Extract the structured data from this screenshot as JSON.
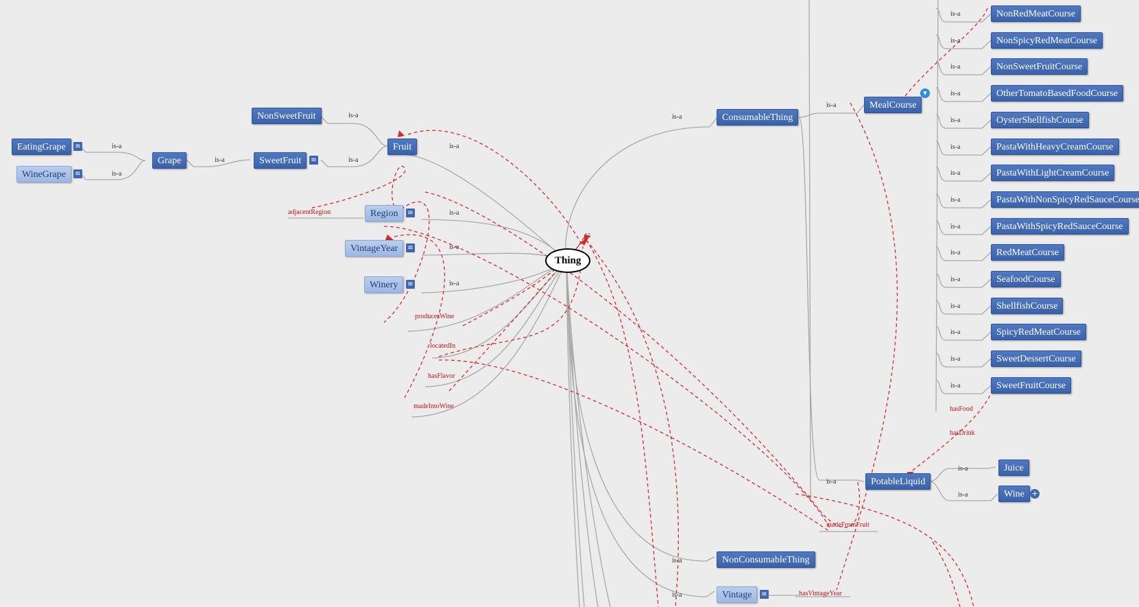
{
  "colors": {
    "node": "#3f67b0",
    "node_light": "#a9c1ea",
    "edge": "#a8a8a8",
    "property": "#d42a2a",
    "background": "#ececec"
  },
  "root": "Thing",
  "edge_label": "is-a",
  "nodes": {
    "eating_grape": "EatingGrape",
    "wine_grape": "WineGrape",
    "grape": "Grape",
    "non_sweet_fruit": "NonSweetFruit",
    "sweet_fruit": "SweetFruit",
    "fruit": "Fruit",
    "region": "Region",
    "vintage_year": "VintageYear",
    "winery": "Winery",
    "consumable_thing": "ConsumableThing",
    "meal_course": "MealCourse",
    "potable_liquid": "PotableLiquid",
    "juice": "Juice",
    "wine": "Wine",
    "non_consumable_thing": "NonConsumableThing",
    "vintage": "Vintage"
  },
  "meal_courses": [
    "NonRedMeatCourse",
    "NonSpicyRedMeatCourse",
    "NonSweetFruitCourse",
    "OtherTomatoBasedFoodCourse",
    "OysterShellfishCourse",
    "PastaWithHeavyCreamCourse",
    "PastaWithLightCreamCourse",
    "PastaWithNonSpicyRedSauceCourse",
    "PastaWithSpicyRedSauceCourse",
    "RedMeatCourse",
    "SeafoodCourse",
    "ShellfishCourse",
    "SpicyRedMeatCourse",
    "SweetDessertCourse",
    "SweetFruitCourse"
  ],
  "properties": {
    "adjacent_region": "adjacentRegion",
    "produces_wine": "producesWine",
    "located_in": "locatedIn",
    "has_flavor": "hasFlavor",
    "made_into_wine": "madeIntoWine",
    "has_food": "hasFood",
    "has_drink": "hasDrink",
    "made_from_fruit": "madeFromFruit",
    "has_vintage_year": "hasVintageYear"
  }
}
